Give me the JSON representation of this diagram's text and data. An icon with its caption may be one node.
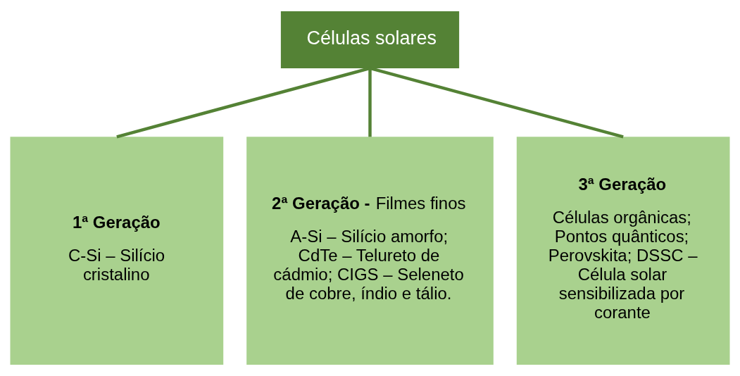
{
  "diagram": {
    "nodes": [
      {
        "text": [
          "Células solares"
        ]
      },
      {
        "text": [
          "1ª Geração",
          "C-Si – Silício cristalino"
        ]
      },
      {
        "text": [
          "**2ª Geração -** Filmes finos",
          "A-Si – Silício amorfo; CdTe – Telureto de cádmio; CIGS – Seleneto de cobre, índio e tálio."
        ]
      },
      {
        "text": [
          "3ª Geração",
          "Células orgânicas; Pontos quânticos; Perovskita; DSSC – Célula solar sensibilizada por corante"
        ]
      }
    ],
    "edges": [
      {
        "from": 0,
        "to": 1,
        "arrow": "none"
      },
      {
        "from": 0,
        "to": 2,
        "arrow": "none"
      },
      {
        "from": 0,
        "to": 3,
        "arrow": "none"
      }
    ]
  }
}
